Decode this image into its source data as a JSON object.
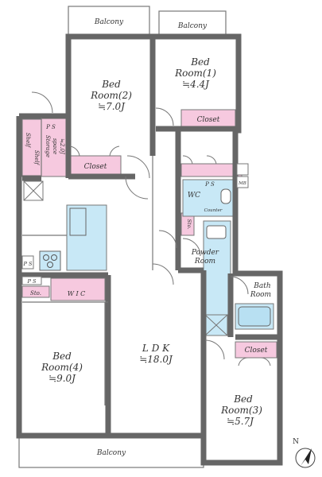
{
  "labels": {
    "balcony_top_left": "Balcony",
    "balcony_top_right": "Balcony",
    "balcony_bottom": "Balcony",
    "bed2_line1": "Bed",
    "bed2_line2": "Room(2)",
    "bed2_size": "≒7.0J",
    "bed1_line1": "Bed",
    "bed1_line2": "Room(1)",
    "bed1_size": "≒4.4J",
    "bed4_line1": "Bed",
    "bed4_line2": "Room(4)",
    "bed4_size": "≒9.0J",
    "bed3_line1": "Bed",
    "bed3_line2": "Room(3)",
    "bed3_size": "≒5.7J",
    "ldk_line1": "L D K",
    "ldk_size": "≒18.0J",
    "closet_1": "Closet",
    "closet_2": "Closet",
    "closet_3": "Closet",
    "wc": "WC",
    "ps_wc": "P S",
    "counter": "Counter",
    "powder_line1": "Powder",
    "powder_line2": "Room",
    "bath_line1": "Bath",
    "bath_line2": "Room",
    "sto_1": "Sto.",
    "sto_2": "Sto.",
    "wic": "W I C",
    "ps_1": "P S",
    "ps_2": "P S",
    "ps_storage": "P S",
    "storage_line1": "Storage",
    "storage_line2": "space",
    "storage_size": "≒2.0J",
    "shelf_1": "Shelf",
    "shelf_2": "Shelf",
    "mb": "MB",
    "compass": "N"
  },
  "colors": {
    "storage": "#f6c9df",
    "water": "#c8e8f6",
    "wall": "#666666"
  }
}
